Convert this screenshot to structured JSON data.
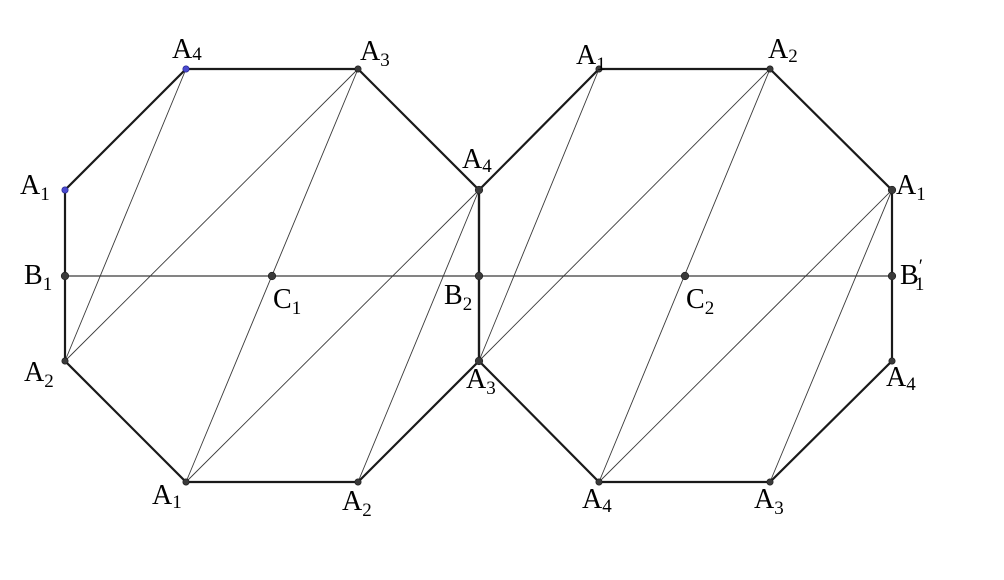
{
  "points": [
    {
      "id": "L_A4_top",
      "letter": "A",
      "sub": "4",
      "prime": ""
    },
    {
      "id": "L_A3_top",
      "letter": "A",
      "sub": "3",
      "prime": ""
    },
    {
      "id": "L_A1_left",
      "letter": "A",
      "sub": "1",
      "prime": ""
    },
    {
      "id": "L_B1",
      "letter": "B",
      "sub": "1",
      "prime": ""
    },
    {
      "id": "L_C1",
      "letter": "C",
      "sub": "1",
      "prime": ""
    },
    {
      "id": "L_A2_left",
      "letter": "A",
      "sub": "2",
      "prime": ""
    },
    {
      "id": "L_A1_bot",
      "letter": "A",
      "sub": "1",
      "prime": ""
    },
    {
      "id": "L_A2_bot",
      "letter": "A",
      "sub": "2",
      "prime": ""
    },
    {
      "id": "M_A4",
      "letter": "A",
      "sub": "4",
      "prime": ""
    },
    {
      "id": "M_B2",
      "letter": "B",
      "sub": "2",
      "prime": ""
    },
    {
      "id": "M_A3",
      "letter": "A",
      "sub": "3",
      "prime": ""
    },
    {
      "id": "R_A1_top",
      "letter": "A",
      "sub": "1",
      "prime": ""
    },
    {
      "id": "R_A2_top",
      "letter": "A",
      "sub": "2",
      "prime": ""
    },
    {
      "id": "R_A1_right",
      "letter": "A",
      "sub": "1",
      "prime": ""
    },
    {
      "id": "R_B1p",
      "letter": "B",
      "sub": "1",
      "prime": "′"
    },
    {
      "id": "R_C2",
      "letter": "C",
      "sub": "2",
      "prime": ""
    },
    {
      "id": "R_A4_right",
      "letter": "A",
      "sub": "4",
      "prime": ""
    },
    {
      "id": "R_A4_bot",
      "letter": "A",
      "sub": "4",
      "prime": ""
    },
    {
      "id": "R_A3_bot",
      "letter": "A",
      "sub": "3",
      "prime": ""
    }
  ],
  "colors": {
    "edge": "#1a1a1a",
    "diagonal": "#3a3a3a",
    "point": "#3a3a3a",
    "highlight_point": "#4a4ad0"
  }
}
